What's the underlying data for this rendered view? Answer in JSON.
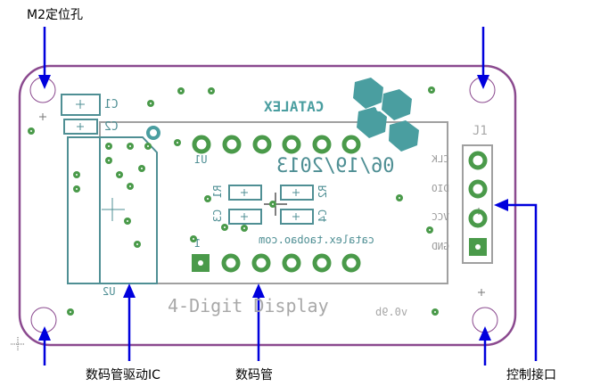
{
  "annotations": {
    "mounting_hole": "M2定位孔",
    "driver_ic": "数码管驱动IC",
    "display": "数码管",
    "control_port": "控制接口"
  },
  "silkscreen": {
    "brand": "CATALEX",
    "date": "06/19/2013",
    "website": "catalex.taobao.com",
    "title": "4-Digit Display",
    "version": "v0.9b",
    "connector": "J1",
    "pins": [
      "CLK",
      "DIO",
      "VCC",
      "GND"
    ],
    "refs": {
      "c1": "C1",
      "c2": "C2",
      "c3": "C3",
      "c4": "C4",
      "r1": "R1",
      "r2": "R2",
      "u1": "U1",
      "u2": "U2",
      "pin1": "1"
    }
  },
  "colors": {
    "board_outline": "#8b4a8f",
    "silkscreen": "#4f8f94",
    "pads": "#4a9a4a",
    "outline_grey": "#a0a0a0",
    "arrows": "#0000dd"
  }
}
